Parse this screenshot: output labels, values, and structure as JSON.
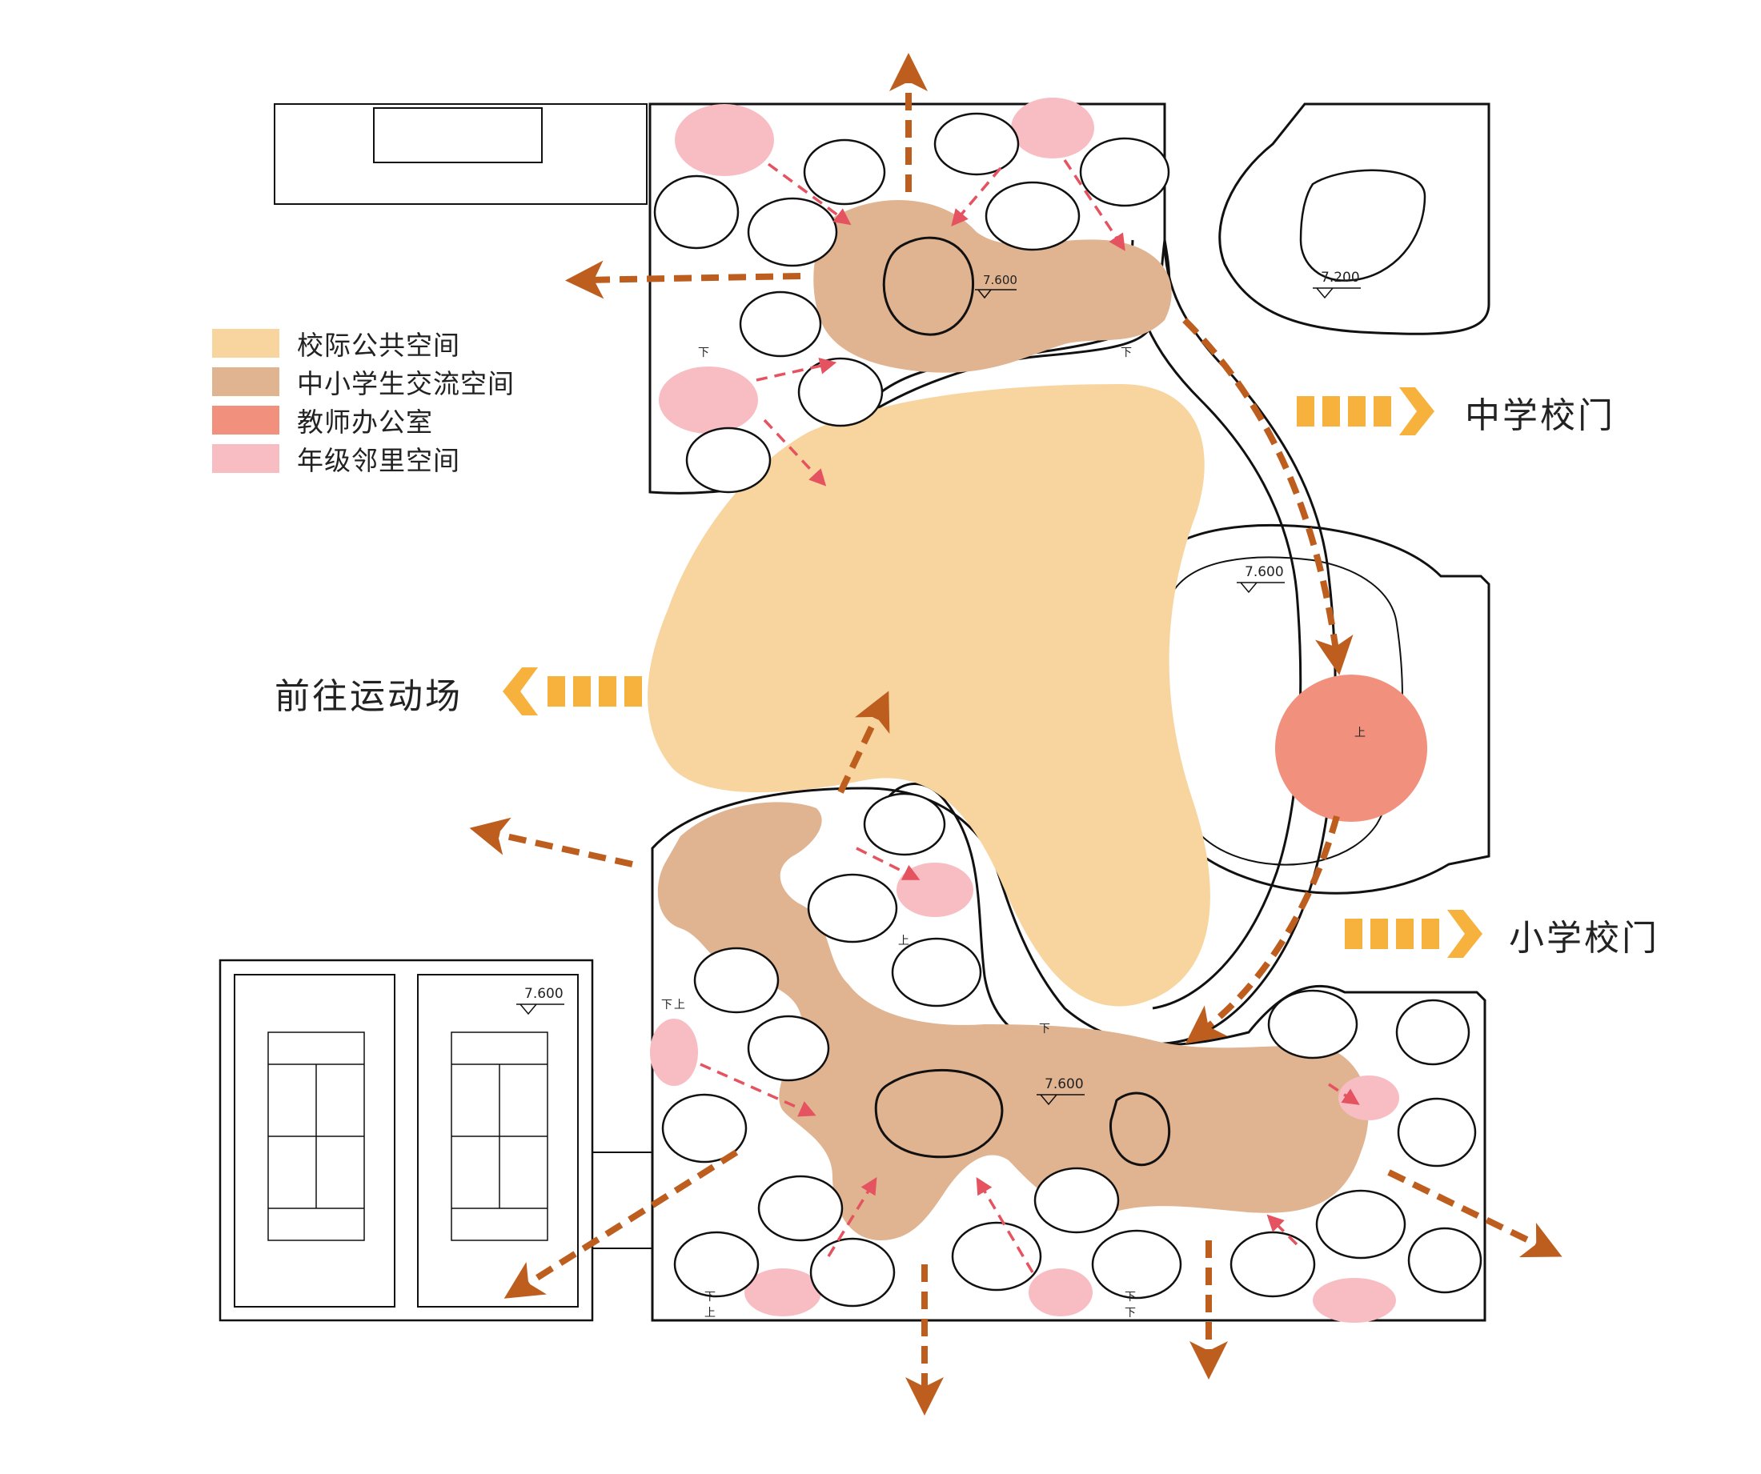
{
  "legend": {
    "items": [
      {
        "label": "校际公共空间",
        "color": "#f8d49f"
      },
      {
        "label": "中小学生交流空间",
        "color": "#e0b391"
      },
      {
        "label": "教师办公室",
        "color": "#f1907d"
      },
      {
        "label": "年级邻里空间",
        "color": "#f8bdc3"
      }
    ]
  },
  "gates": {
    "middle_school": "中学校门",
    "primary_school": "小学校门",
    "sports_field": "前往运动场"
  },
  "elevations": {
    "top_hub": "7.600",
    "top_right_building": "7.200",
    "library": "7.600",
    "bottom_hub": "7.600",
    "courts": "7.600"
  },
  "stair_marks": {
    "down": "下",
    "up": "上"
  },
  "colors": {
    "public_zone": "#f8d49f",
    "exchange_zone": "#e0b391",
    "office_zone": "#f1907d",
    "neighborhood_zone": "#f8bdc3",
    "circulation_arrow": "#bd5e1f",
    "dashed_link": "#e4535f",
    "gate_arrow": "#f6b23c",
    "linework": "#111111"
  }
}
